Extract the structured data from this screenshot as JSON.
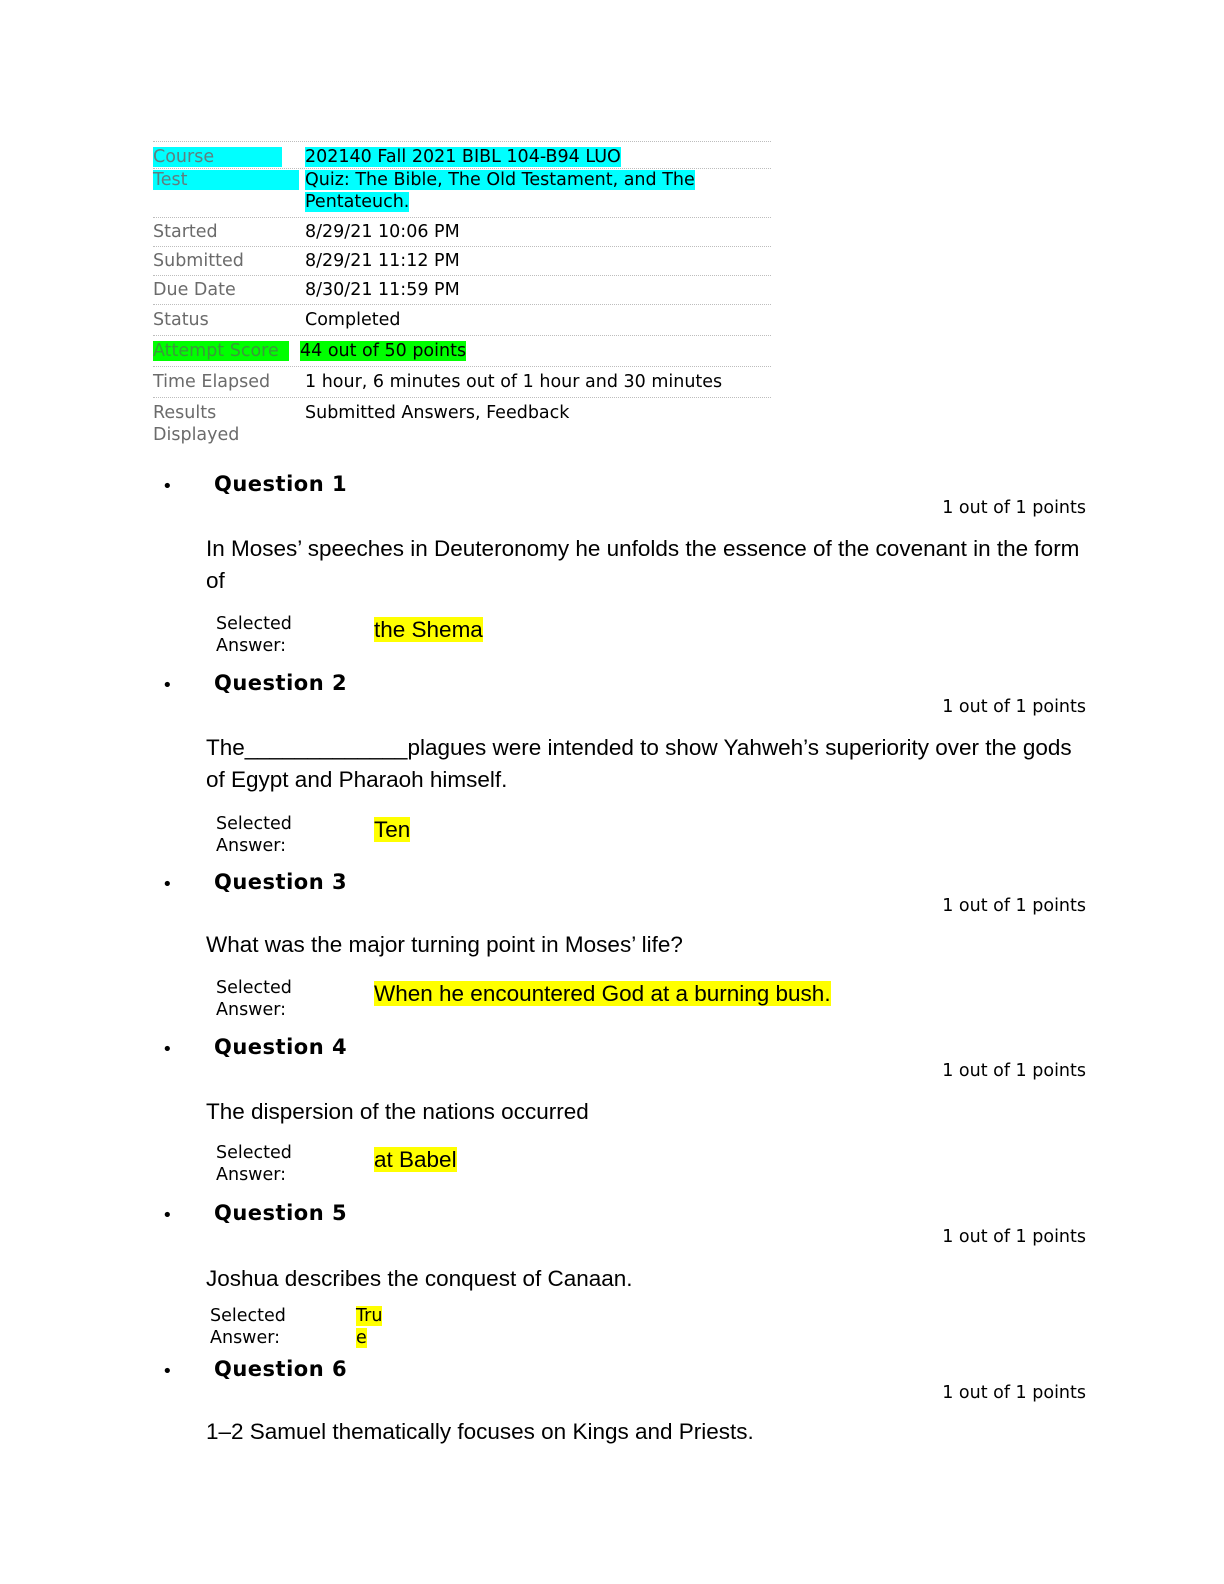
{
  "summary": {
    "course": {
      "label": "Course",
      "value": "202140 Fall 2021 BIBL 104-B94 LUO"
    },
    "test": {
      "label": "Test",
      "value": "Quiz: The Bible, The Old Testament, and The Pentateuch."
    },
    "started": {
      "label": "Started",
      "value": "8/29/21 10:06 PM"
    },
    "submitted": {
      "label": "Submitted",
      "value": "8/29/21 11:12 PM"
    },
    "due_date": {
      "label": "Due Date",
      "value": "8/30/21 11:59 PM"
    },
    "status": {
      "label": "Status",
      "value": "Completed"
    },
    "attempt_score": {
      "label": "Attempt Score",
      "value": "44 out of 50 points"
    },
    "time_elapsed": {
      "label": "Time Elapsed",
      "value": "1 hour, 6 minutes out of 1 hour and 30 minutes"
    },
    "results_displayed": {
      "label": "Results Displayed",
      "value": "Submitted Answers, Feedback"
    }
  },
  "bullet_glyph": "•",
  "selected_answer_label": "Selected Answer:",
  "questions": [
    {
      "title": "Question 1",
      "points": "1 out of 1 points",
      "text": "In Moses’ speeches in Deuteronomy he unfolds the essence of the covenant in the form of",
      "answer": "the Shema"
    },
    {
      "title": "Question 2",
      "points": "1 out of 1 points",
      "text": "The_____________plagues were intended to show Yahweh’s superiority over the gods of Egypt and Pharaoh himself.",
      "answer": "Ten"
    },
    {
      "title": "Question 3",
      "points": "1 out of 1 points",
      "text": "What was the major turning point in Moses’ life?",
      "answer": "When he encountered God at a burning bush."
    },
    {
      "title": "Question 4",
      "points": "1 out of 1 points",
      "text": "The dispersion of the nations occurred",
      "answer": "at Babel"
    },
    {
      "title": "Question 5",
      "points": "1 out of 1 points",
      "text": "Joshua describes the conquest of Canaan.",
      "answer": "True"
    },
    {
      "title": "Question 6",
      "points": "1 out of 1 points",
      "text": "1–2 Samuel thematically focuses on Kings and Priests."
    }
  ]
}
